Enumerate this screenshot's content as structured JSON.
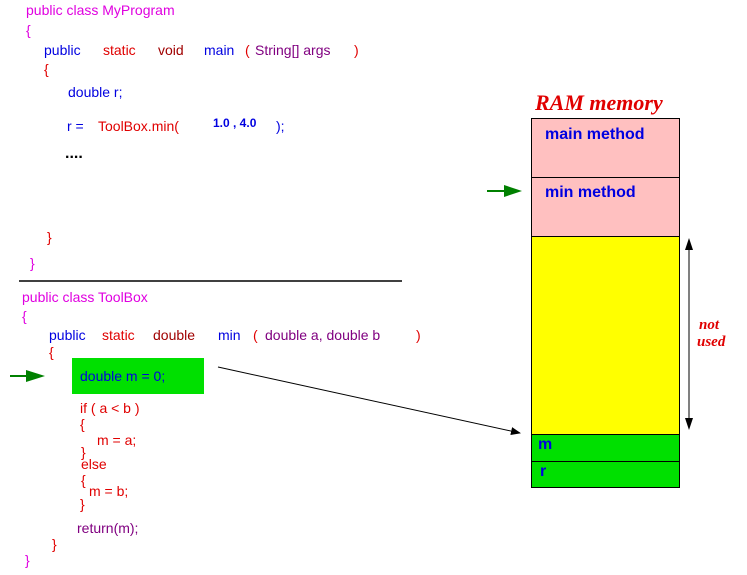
{
  "program": {
    "class_header": "public class MyProgram",
    "open_brace": "{",
    "main_kw_public": "public",
    "main_kw_static": "static",
    "main_kw_void": "void",
    "main_name": "main",
    "main_paren_open": "(",
    "main_params": "String[] args",
    "main_paren_close": ")",
    "main_open": "{",
    "decl_r": "double r;",
    "assign_lhs": "r =",
    "assign_call": "ToolBox.min(",
    "assign_args": "1.0 , 4.0",
    "assign_close": ");",
    "ellipsis": "....",
    "main_close": "}",
    "class_close": "}"
  },
  "toolbox": {
    "class_header": "public class ToolBox",
    "open_brace": "{",
    "kw_public": "public",
    "kw_static": "static",
    "kw_double": "double",
    "method_name": "min",
    "paren_open": "(",
    "params": "double a, double b",
    "paren_close": ")",
    "method_open": "{",
    "highlighted_stmt": "double m = 0;",
    "if_stmt": "if ( a < b )",
    "if_open": "{",
    "then_stmt": "m = a;",
    "if_close": "}",
    "else_kw": "else",
    "else_open": "{",
    "else_stmt": "m = b;",
    "else_close": "}",
    "return_stmt": "return(m);",
    "method_close": "}",
    "class_close": "}"
  },
  "ram": {
    "title": "RAM memory",
    "main_frame": "main method",
    "min_frame": "min method",
    "var_m": "m",
    "var_r": "r",
    "not_used_1": "not",
    "not_used_2": "used"
  },
  "colors": {
    "frame_pink": "#ffc0c0",
    "unused_yellow": "#ffff00",
    "var_green": "#00e000",
    "highlight_green": "#00e000",
    "arrow_green": "#008000"
  }
}
